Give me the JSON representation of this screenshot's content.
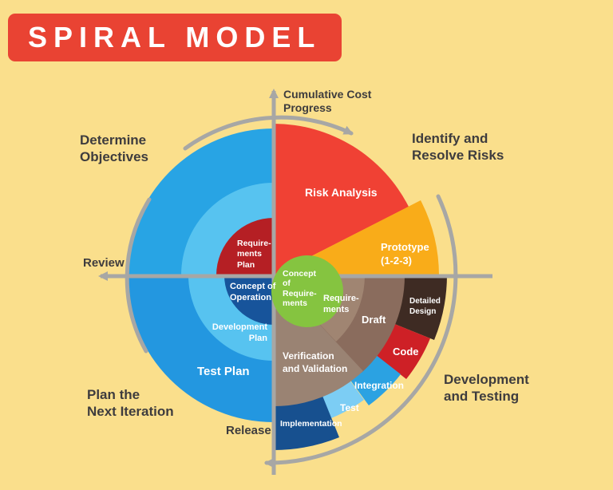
{
  "page": {
    "bg": "#FADF8C",
    "ink": "#3E3C3E"
  },
  "banner": {
    "title": "SPIRAL MODEL",
    "bg": "#E94333",
    "fg": "#FFFFFF"
  },
  "diagram": {
    "axis_color": "#A7A7A5",
    "vertical_axis_label": "Cumulative Cost\nProgress",
    "review_label": "Review",
    "release_label": "Release"
  },
  "quadrant_labels": {
    "top_left": "Determine\nObjectives",
    "top_right": "Identify and\nResolve Risks",
    "bottom_left": "Plan the\nNext Iteration",
    "bottom_right": "Development\nand Testing"
  },
  "center": {
    "label": "Concept\nof\nRequire-\nments",
    "color": "#85C440"
  },
  "rings": {
    "determine_outer_color": "#28A4E4",
    "determine_mid_color": "#57C3F0"
  },
  "segments": {
    "risk_analysis": {
      "label": "Risk Analysis",
      "color": "#F04134"
    },
    "prototype": {
      "label": "Prototype\n(1-2-3)",
      "color": "#F9AC19"
    },
    "requirements_plan": {
      "label": "Require-\nments\nPlan",
      "color": "#B51F24"
    },
    "concept_of_operation": {
      "label": "Concept of\nOperation",
      "color": "#17549B"
    },
    "development_plan": {
      "label": "Development\nPlan",
      "color": "#57C3F0"
    },
    "test_plan": {
      "label": "Test Plan",
      "color": "#2397E0"
    },
    "requirements": {
      "label": "Require-\nments",
      "color": "#A08572"
    },
    "draft": {
      "label": "Draft",
      "color": "#8A6C5D"
    },
    "detailed_design": {
      "label": "Detailed\nDesign",
      "color": "#3E2B23"
    },
    "code": {
      "label": "Code",
      "color": "#CE2026"
    },
    "integration": {
      "label": "Integration",
      "color": "#2BA2E2"
    },
    "test": {
      "label": "Test",
      "color": "#7CCDF4"
    },
    "implementation": {
      "label": "Implementation",
      "color": "#17508F"
    },
    "verification": {
      "label": "Verification\nand Validation",
      "color": "#9A8373"
    }
  }
}
